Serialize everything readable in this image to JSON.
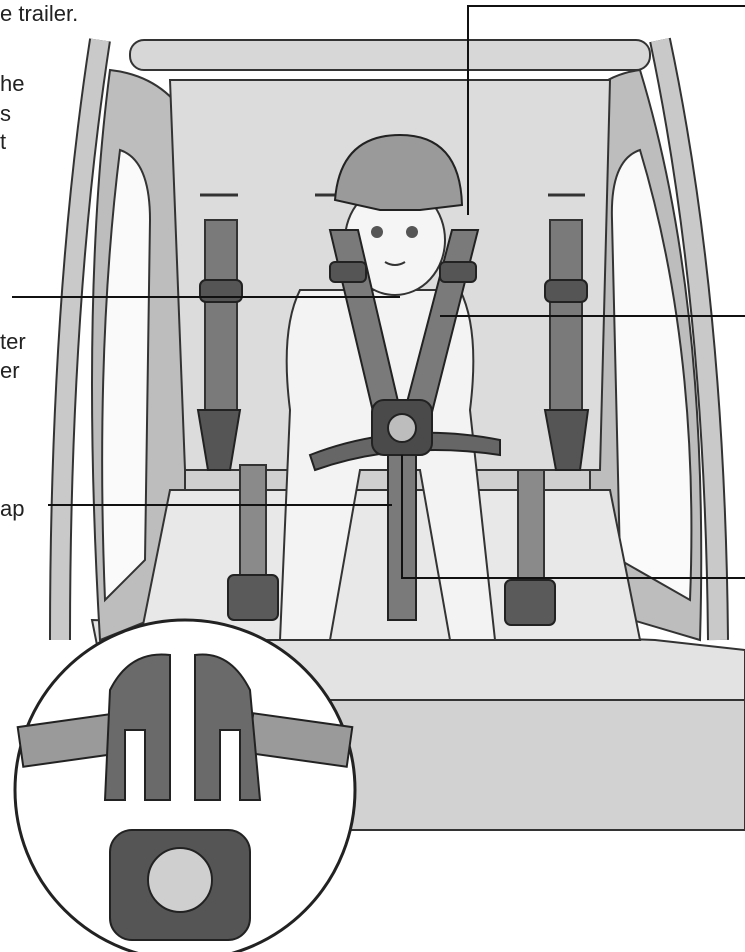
{
  "fragments": {
    "top": "e trailer.",
    "line_a": "he",
    "line_b": "s",
    "line_c": "t",
    "cut_left_1": "ter",
    "cut_left_2": "er",
    "cut_left_3": "ap"
  },
  "colors": {
    "frame": "#b9b9b9",
    "frame_dark": "#6f6f6f",
    "fabric": "#d9d9d9",
    "fabric_light": "#efefef",
    "strap": "#7a7a7a",
    "strap_dark": "#4a4a4a",
    "child": "#f1f1f1",
    "leader": "#111111"
  },
  "icons": [
    "helmet-icon",
    "buckle-icon",
    "release-button-icon"
  ]
}
